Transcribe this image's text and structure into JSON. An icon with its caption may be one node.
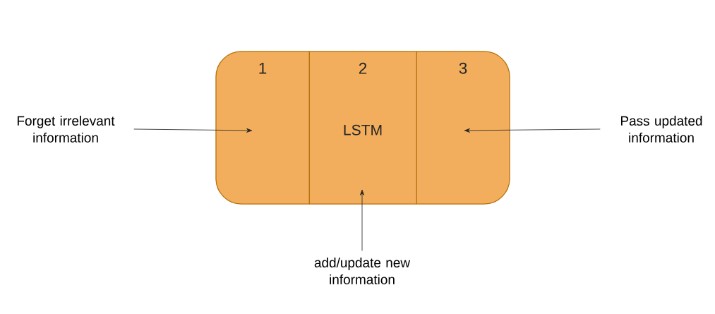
{
  "diagram": {
    "nodes": [
      {
        "text": [],
        "shape": "box"
      },
      {
        "text": [
          "1"
        ],
        "in": 0
      },
      {
        "text": [
          "2",
          "LSTM"
        ],
        "in": 0
      },
      {
        "text": [
          "3"
        ],
        "in": 0
      },
      {
        "text": [
          "Forget irrelevant information"
        ]
      },
      {
        "text": [
          "Pass updated information"
        ]
      },
      {
        "text": [
          "add/update new information"
        ]
      }
    ],
    "edges": [
      {
        "from": 4,
        "to": 1,
        "arrow": "to"
      },
      {
        "from": 5,
        "to": 3,
        "arrow": "to"
      },
      {
        "from": 6,
        "to": 2,
        "arrow": "to"
      }
    ]
  }
}
